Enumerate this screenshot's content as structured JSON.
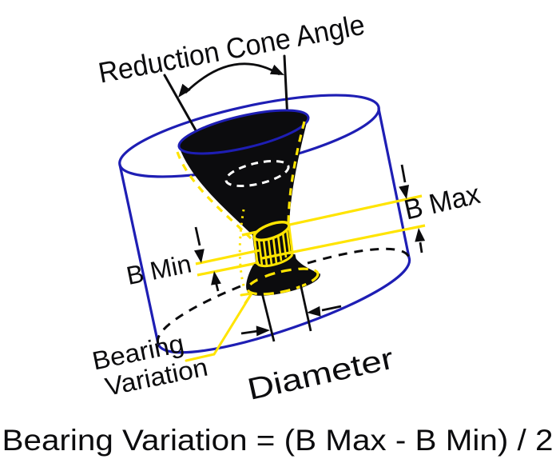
{
  "figure": {
    "title_note": "wire drawing die cross-section diagram",
    "labels": {
      "reduction_cone_angle": "Reduction Cone Angle",
      "b_max": "B Max",
      "b_min": "B Min",
      "bearing_variation_line1": "Bearing",
      "bearing_variation_line2": "Variation",
      "diameter": "Diameter"
    },
    "formula": "Bearing Variation = (B Max - B Min) / 2",
    "colors": {
      "outline_blue": "#1e1eb4",
      "highlight_yellow": "#ffe400",
      "ink_black": "#0c0c0e",
      "hidden_edge_white": "#ffffff",
      "background": "#ffffff"
    }
  }
}
